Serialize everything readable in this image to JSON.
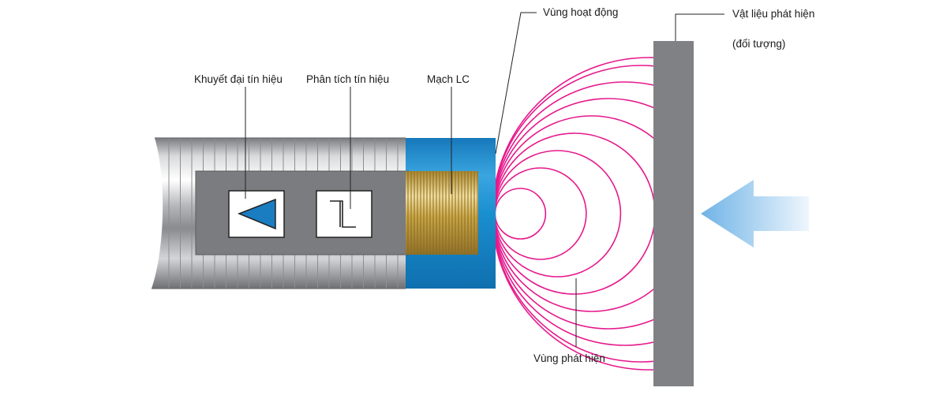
{
  "labels": {
    "amplifier": "Khuyết đại tín hiệu",
    "analyzer": "Phân tích tín hiệu",
    "lc_circuit": "Mạch LC",
    "active_zone": "Vùng hoạt động",
    "target_line1": "Vật liệu phát hiện",
    "target_line2": "(đối tượng)",
    "detection_zone": "Vùng phát hiện"
  },
  "colors": {
    "field": "#e6198c",
    "sensor_head": "#1a8fd0",
    "coil": "#c9a646",
    "electronics_box": "#7b7c80",
    "target": "#808184",
    "arrow": "#8fc4ea",
    "amplifier_icon": "#1a7cc1"
  },
  "icons": {
    "amplifier": "triangle-amplifier-icon",
    "analyzer": "pulse-waveform-icon",
    "approach": "left-arrow-icon"
  }
}
